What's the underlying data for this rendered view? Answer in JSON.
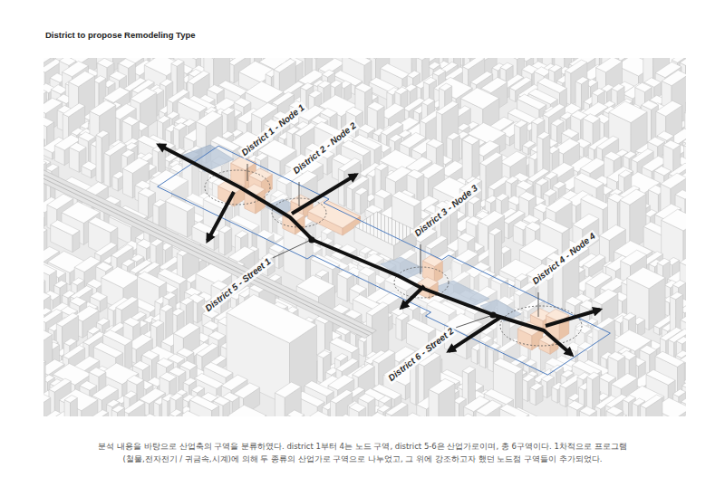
{
  "diagram": {
    "title": "District to propose Remodeling Type",
    "labels": [
      "District 1 - Node 1",
      "District 2 - Node 2",
      "District 3 - Node 3",
      "District 4 - Node 4",
      "District 5 - Street 1",
      "District 6 - Street 2"
    ],
    "caption": "분석 내용을 바탕으로 산업축의 구역을 분류하였다. district 1부터 4는 노드 구역, district 5-6은 산업가로이며, 총 6구역이다. 1차적으로 프로그램(철물,전자전기 / 귀금속,시계)에 의해 두 종류의 산업가로 구역으로 나누었고, 그 위에 강조하고자 했던 노드점 구역들이 추가되었다."
  }
}
